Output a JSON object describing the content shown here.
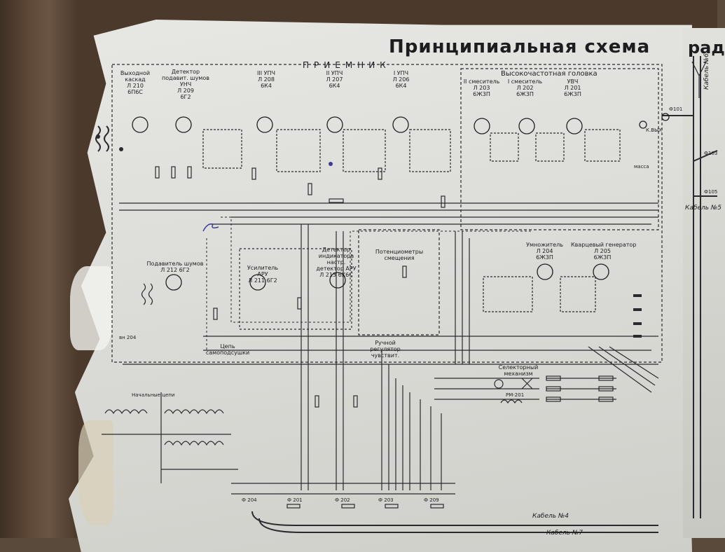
{
  "title": "Принципиальная схема",
  "title_cut": "рад",
  "section": "ПРИЕМНИК",
  "stages": {
    "output": "Выходной каскад",
    "output_tube": "Л 210",
    "output_type": "6П6С",
    "detector": "Детектор подавит. шумов",
    "detector_sub": "УНЧ",
    "detector_tube": "Л 209",
    "detector_type": "6Г2",
    "if3": "III УПЧ",
    "if3_tube": "Л 208",
    "if3_type": "6К4",
    "if2": "II УПЧ",
    "if2_tube": "Л 207",
    "if2_type": "6К4",
    "if1": "I УПЧ",
    "if1_tube": "Л 206",
    "if1_type": "6К4",
    "rf_head": "Высокочастотная головка",
    "mixer2": "II смеситель",
    "mixer2_tube": "Л 203",
    "mixer2_type": "6Ж3П",
    "mixer1": "I смеситель",
    "mixer1_tube": "Л 202",
    "mixer1_type": "6Ж3П",
    "rfamp": "УВЧ",
    "rfamp_tube": "Л 201",
    "rfamp_type": "6Ж3П"
  },
  "blocks": {
    "suppressor": "Подавитель шумов",
    "suppressor_tube": "Л 212",
    "suppressor_type": "6Г2",
    "agc_amp": "Усилитель АРУ",
    "agc_tube": "Л 211",
    "agc_type": "6Г2",
    "detector_agc": "Детектор индикатора настр. детектор АРУ",
    "detector_agc_tube": "Л 213",
    "detector_agc_type": "6Х6С",
    "pots": "Потенциометры смещения",
    "multiplier": "Умножитель",
    "multiplier_tube": "Л 204",
    "multiplier_type": "6Ж3П",
    "oscillator": "Кварцевый генератор",
    "oscillator_tube": "Л 205",
    "oscillator_type": "6Ж3П",
    "selector": "Селекторный механизм",
    "relay": "РМ-201",
    "manual_gain": "Ручной регулятор чувствит.",
    "circuits": "Цепь самоподсушки",
    "cond_circuits": "Начальные цепи"
  },
  "cables": {
    "n6": "Кабель №6",
    "n5": "Кабель №5",
    "n4": "Кабель №4",
    "n7": "Кабель №7"
  },
  "connectors": [
    "Ф 204",
    "Ф 201",
    "Ф 202",
    "Ф 203",
    "Ф 209"
  ],
  "connector_top": "Ф101",
  "connector_side1": "Ф103",
  "connector_side2": "Ф105",
  "antenna": "К.ВЫХ",
  "mass": "масса",
  "handwritten": "вн 204"
}
